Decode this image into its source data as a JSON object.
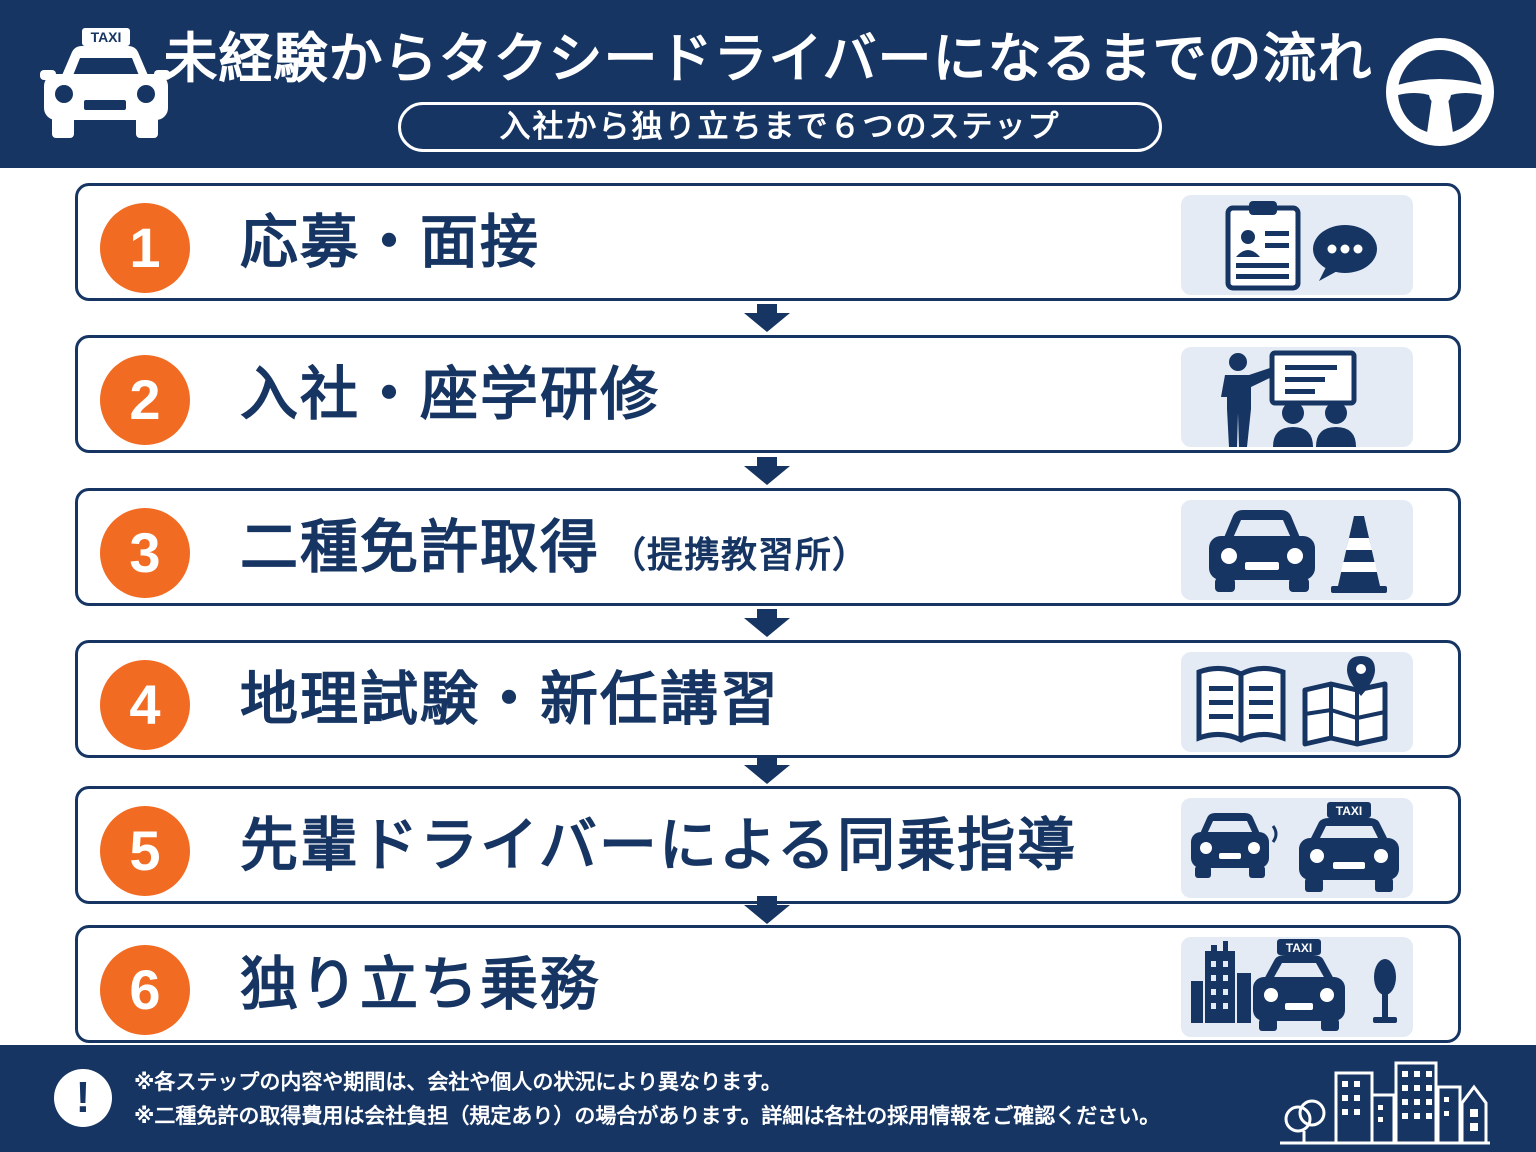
{
  "header": {
    "title": "未経験からタクシードライバーになるまでの流れ",
    "subtitle": "入社から独り立ちまで６つのステップ",
    "taxi_sign": "TAXI",
    "left_icon": "taxi-front-icon",
    "right_icon": "steering-wheel-icon"
  },
  "steps": [
    {
      "number": "1",
      "label": "応募・面接",
      "note": "",
      "icons": [
        "clipboard-profile-icon",
        "speech-bubble-icon"
      ]
    },
    {
      "number": "2",
      "label": "入社・座学研修",
      "note": "",
      "icons": [
        "teacher-presentation-icon",
        "students-icon"
      ]
    },
    {
      "number": "3",
      "label": "二種免許取得",
      "note": "（提携教習所）",
      "icons": [
        "car-front-icon",
        "traffic-cone-icon"
      ]
    },
    {
      "number": "4",
      "label": "地理試験・新任講習",
      "note": "",
      "icons": [
        "open-book-icon",
        "map-pin-icon"
      ]
    },
    {
      "number": "5",
      "label": "先輩ドライバーによる同乗指導",
      "note": "",
      "taxi_sign": "TAXI",
      "icons": [
        "car-front-icon",
        "taxi-front-icon"
      ]
    },
    {
      "number": "6",
      "label": "独り立ち乗務",
      "note": "",
      "taxi_sign": "TAXI",
      "icons": [
        "buildings-icon",
        "taxi-front-icon",
        "tree-icon"
      ]
    }
  ],
  "footer": {
    "notice_mark": "!",
    "notes": [
      "※各ステップの内容や期間は、会社や個人の状況により異なります。",
      "※二種免許の取得費用は会社負担（規定あり）の場合があります。詳細は各社の採用情報をご確認ください。"
    ],
    "icon": "city-skyline-icon"
  },
  "colors": {
    "navy": "#163563",
    "orange": "#f26b22",
    "icon_panel": "#e4ebf5",
    "white": "#ffffff"
  }
}
